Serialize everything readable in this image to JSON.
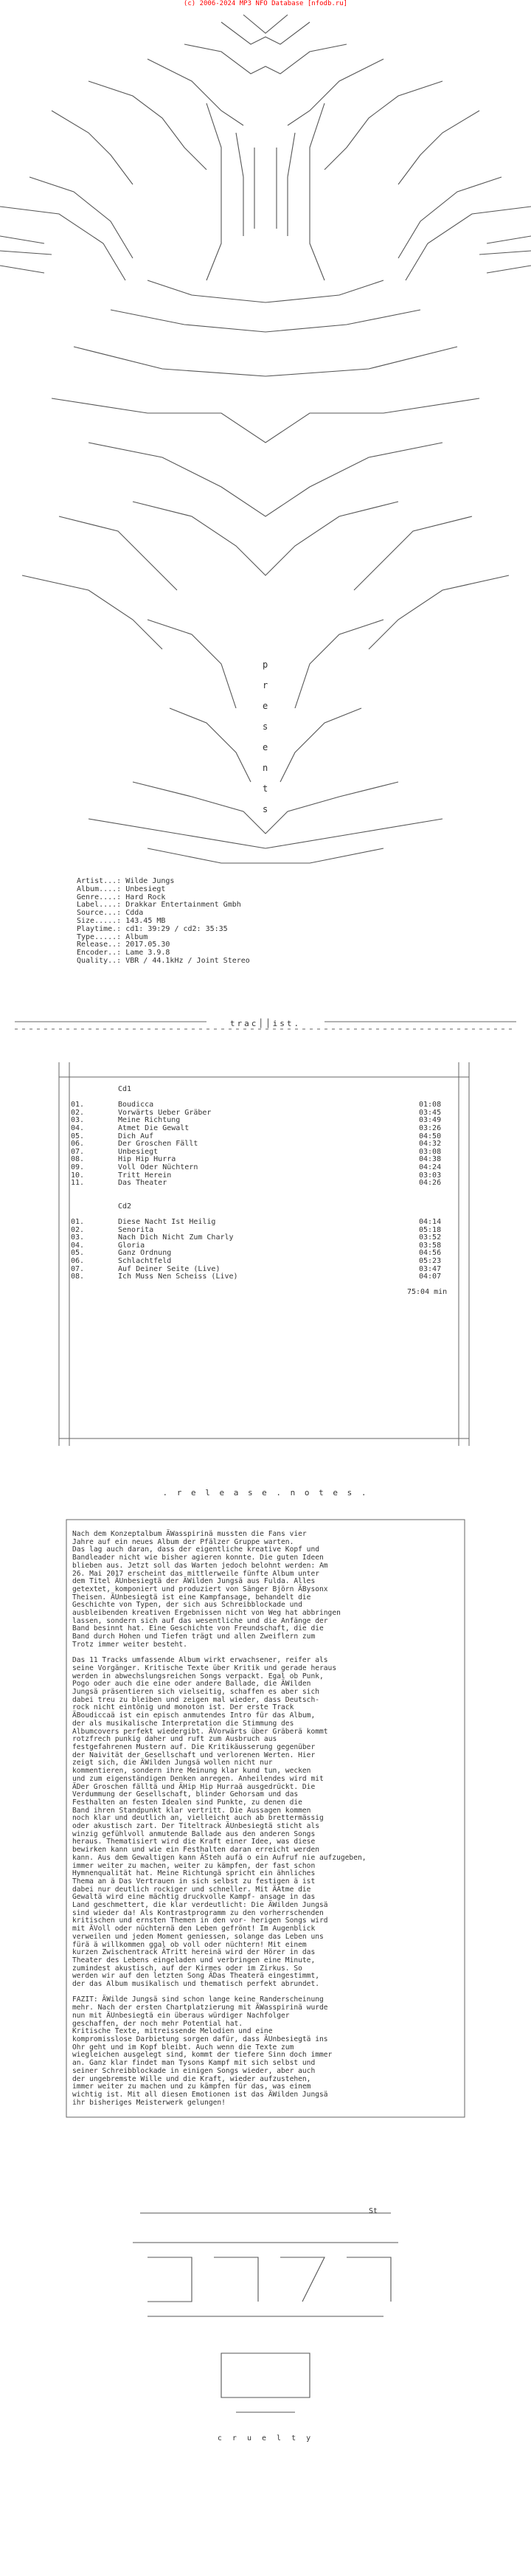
{
  "header": "(c) 2006-2024 MP3 NFO Database [nfodb.ru]",
  "presents_letters": [
    "p",
    "r",
    "e",
    "s",
    "e",
    "n",
    "t",
    "s"
  ],
  "logo_tag": "St",
  "info": {
    "lines": [
      "Artist...: Wilde Jungs",
      "Album....: Unbesiegt",
      "Genre....: Hard Rock",
      "Label....: Drakkar Entertainment Gmbh",
      "Source...: Cdda",
      "Size.....: 143.45 MB",
      "Playtime.: cd1: 39:29 / cd2: 35:35",
      "Type.....: Album",
      "Release..: 2017.05.30",
      "Encoder..: Lame 3.9.8",
      "Quality..: VBR / 44.1kHz / Joint Stereo"
    ]
  },
  "tracklist_title": "trac││ist.",
  "cds": [
    {
      "label": "Cd1",
      "tracks": [
        {
          "num": "01.",
          "title": "Boudicca",
          "dur": "01:08"
        },
        {
          "num": "02.",
          "title": "Vorwärts Ueber Gräber",
          "dur": "03:45"
        },
        {
          "num": "03.",
          "title": "Meine Richtung",
          "dur": "03:49"
        },
        {
          "num": "04.",
          "title": "Atmet Die Gewalt",
          "dur": "03:26"
        },
        {
          "num": "05.",
          "title": "Dich Auf",
          "dur": "04:50"
        },
        {
          "num": "06.",
          "title": "Der Groschen Fällt",
          "dur": "04:32"
        },
        {
          "num": "07.",
          "title": "Unbesiegt",
          "dur": "03:08"
        },
        {
          "num": "08.",
          "title": "Hip Hip Hurra",
          "dur": "04:38"
        },
        {
          "num": "09.",
          "title": "Voll Oder Nüchtern",
          "dur": "04:24"
        },
        {
          "num": "10.",
          "title": "Tritt Herein",
          "dur": "03:03"
        },
        {
          "num": "11.",
          "title": "Das Theater",
          "dur": "04:26"
        }
      ]
    },
    {
      "label": "Cd2",
      "tracks": [
        {
          "num": "01.",
          "title": "Diese Nacht Ist Heilig",
          "dur": "04:14"
        },
        {
          "num": "02.",
          "title": "Senorita",
          "dur": "05:18"
        },
        {
          "num": "03.",
          "title": "Nach Dich Nicht Zum Charly",
          "dur": "03:52"
        },
        {
          "num": "04.",
          "title": "Gloria",
          "dur": "03:58"
        },
        {
          "num": "05.",
          "title": "Ganz Ordnung",
          "dur": "04:56"
        },
        {
          "num": "06.",
          "title": "Schlachtfeld",
          "dur": "05:23"
        },
        {
          "num": "07.",
          "title": "Auf Deiner Seite (Live)",
          "dur": "03:47"
        },
        {
          "num": "08.",
          "title": "Ich Muss Nen Scheiss (Live)",
          "dur": "04:07"
        }
      ],
      "total": "75:04 min"
    }
  ],
  "release_notes_title": ". r e l e a s e . n o t e s .",
  "notes": "Nach dem Konzeptalbum ÄWasspirinä mussten die Fans vier\nJahre auf ein neues Album der Pfälzer Gruppe warten.\nDas lag auch daran, dass der eigentliche kreative Kopf und\nBandleader nicht wie bisher agieren konnte. Die guten Ideen\nblieben aus. Jetzt soll das Warten jedoch belohnt werden: Am\n26. Mai 2017 erscheint das mittlerweile fünfte Album unter\ndem Titel ÄUnbesiegtä der ÄWilden Jungsä aus Fulda. Alles\ngetextet, komponiert und produziert von Sänger Björn ÄBysonx\nTheisen. ÄUnbesiegtä ist eine Kampfansage, behandelt die\nGeschichte von Typen, der sich aus Schreibblockade und\nausbleibenden kreativen Ergebnissen nicht von Weg hat abbringen\nlassen, sondern sich auf das wesentliche und die Anfänge der\nBand besinnt hat. Eine Geschichte von Freundschaft, die die\nBand durch Hohen und Tiefen trägt und allen Zweiflern zum\nTrotz immer weiter besteht.\n\nDas 11 Tracks umfassende Album wirkt erwachsener, reifer als\nseine Vorgänger. Kritische Texte über Kritik und gerade heraus\nwerden in abwechslungsreichen Songs verpackt. Egal ob Punk,\nPogo oder auch die eine oder andere Ballade, die ÄWilden\nJungsä präsentieren sich vielseitig, schaffen es aber sich\ndabei treu zu bleiben und zeigen mal wieder, dass Deutsch-\nrock nicht eintönig und monoton ist. Der erste Track\nÄBoudiccaä ist ein episch anmutendes Intro für das Album,\nder als musikalische Interpretation die Stimmung des\nAlbumcovers perfekt wiedergibt. ÄVorwärts über Gräberä kommt\nrotzfrech punkig daher und ruft zum Ausbruch aus\nfestgefahrenen Mustern auf. Die Kritikäusserung gegenüber\nder Naivität der Gesellschaft und verlorenen Werten. Hier\nzeigt sich, die ÄWilden Jungsä wollen nicht nur\nkommentieren, sondern ihre Meinung klar kund tun, wecken\nund zum eigenständigen Denken anregen. Anheilendes wird mit\nÄDer Groschen fälltä und ÄHip Hip Hurraä ausgedrückt. Die\nVerdummung der Gesellschaft, blinder Gehorsam und das\nFesthalten an festen Idealen sind Punkte, zu denen die\nBand ihren Standpunkt klar vertritt. Die Aussagen kommen\nnoch klar und deutlich an, vielleicht auch ab brettermässig\noder akustisch zart. Der Titeltrack ÄUnbesiegtä sticht als\nwinzig gefühlvoll anmutende Ballade aus den anderen Songs\nheraus. Thematisiert wird die Kraft einer Idee, was diese\nbewirken kann und wie ein Festhalten daran erreicht werden\nkann. Aus dem Gewaltigen kann ÄSteh aufä o ein Aufruf nie aufzugeben,\nimmer weiter zu machen, weiter zu kämpfen, der fast schon\nHymnenqualität hat. Meine Richtungä spricht ein ähnliches\nThema an ä Das Vertrauen in sich selbst zu festigen ä ist\ndabei nur deutlich rockiger und schneller. Mit ÄAtme die\nGewaltä wird eine mächtig druckvolle Kampf- ansage in das\nLand geschmettert, die klar verdeutlicht: Die ÄWilden Jungsä\nsind wieder da! Als Kontrastprogramm zu den vorherrschenden\nkritischen und ernsten Themen in den vor- herigen Songs wird\nmit ÄVoll oder nüchternä den Leben gefrönt! Im Augenblick\nverweilen und jeden Moment geniessen, solange das Leben uns\nfürä ä willkommen ggal ob voll oder nüchtern! Mit einem\nkurzen Zwischentrack ÄTritt hereinä wird der Hörer in das\nTheater des Lebens eingeladen und verbringen eine Minute,\nzumindest akustisch, auf der Kirmes oder im Zirkus. So\nwerden wir auf den letzten Song ÄDas Theaterä eingestimmt,\nder das Album musikalisch und thematisch perfekt abrundet.\n\nFAZIT: ÄWilde Jungsä sind schon lange keine Randerscheinung\nmehr. Nach der ersten Chartplatzierung mit ÄWasspirinä wurde\nnun mit ÄUnbesiegtä ein überaus würdiger Nachfolger\ngeschaffen, der noch mehr Potential hat.\nKritische Texte, mitreissende Melodien und eine\nkompromisslose Darbietung sorgen dafür, dass ÄUnbesiegtä ins\nOhr geht und im Kopf bleibt. Auch wenn die Texte zum\nwiegleichen ausgelegt sind, kommt der tiefere Sinn doch immer\nan. Ganz klar findet man Tysons Kampf mit sich selbst und\nseiner Schreibblockade in einigen Songs wieder, aber auch\nder ungebremste Wille und die Kraft, wieder aufzustehen,\nimmer weiter zu machen und zu kämpfen für das, was einem\nwichtig ist. Mit all diesen Emotionen ist das ÄWilden Jungsä\nihr bisheriges Meisterwerk gelungen!",
  "group_name": "c r u e l t y"
}
